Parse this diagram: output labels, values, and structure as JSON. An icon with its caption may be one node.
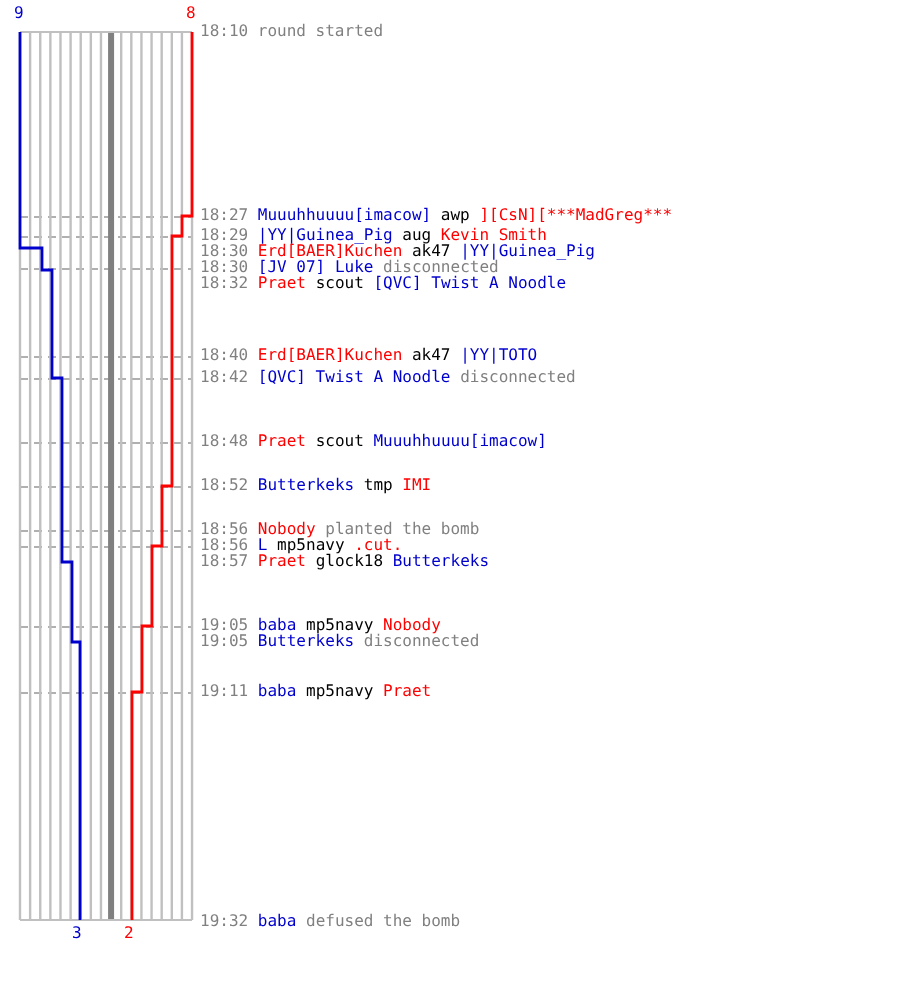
{
  "diagram": {
    "labels": [
      "9",
      "8",
      "18:10 round started",
      "18:27 Muuuhhuuuu[imacow] awp ][CsN][***MadGreg***",
      "18:29 |YY|Guinea_Pig aug Kevin Smith",
      "18:30 Erd[BAER]Kuchen ak47 |YY|Guinea_Pig",
      "18:30 [JV 07] Luke disconnected",
      "18:32 Praet scout [QVC] Twist A Noodle",
      "18:40 Erd[BAER]Kuchen ak47 |YY|TOTO",
      "18:42 [QVC] Twist A Noodle disconnected",
      "18:48 Praet scout Muuuhhuuuu[imacow]",
      "18:52 Butterkeks tmp IMI",
      "18:56 Nobody planted the bomb",
      "18:56 L mp5navy .cut.",
      "18:57 Praet glock18 Butterkeks",
      "19:05 baba mp5navy Nobody",
      "19:05 Butterkeks disconnected",
      "19:11 baba mp5navy Praet",
      "19:32 baba defused the bomb",
      "3",
      "2"
    ]
  }
}
